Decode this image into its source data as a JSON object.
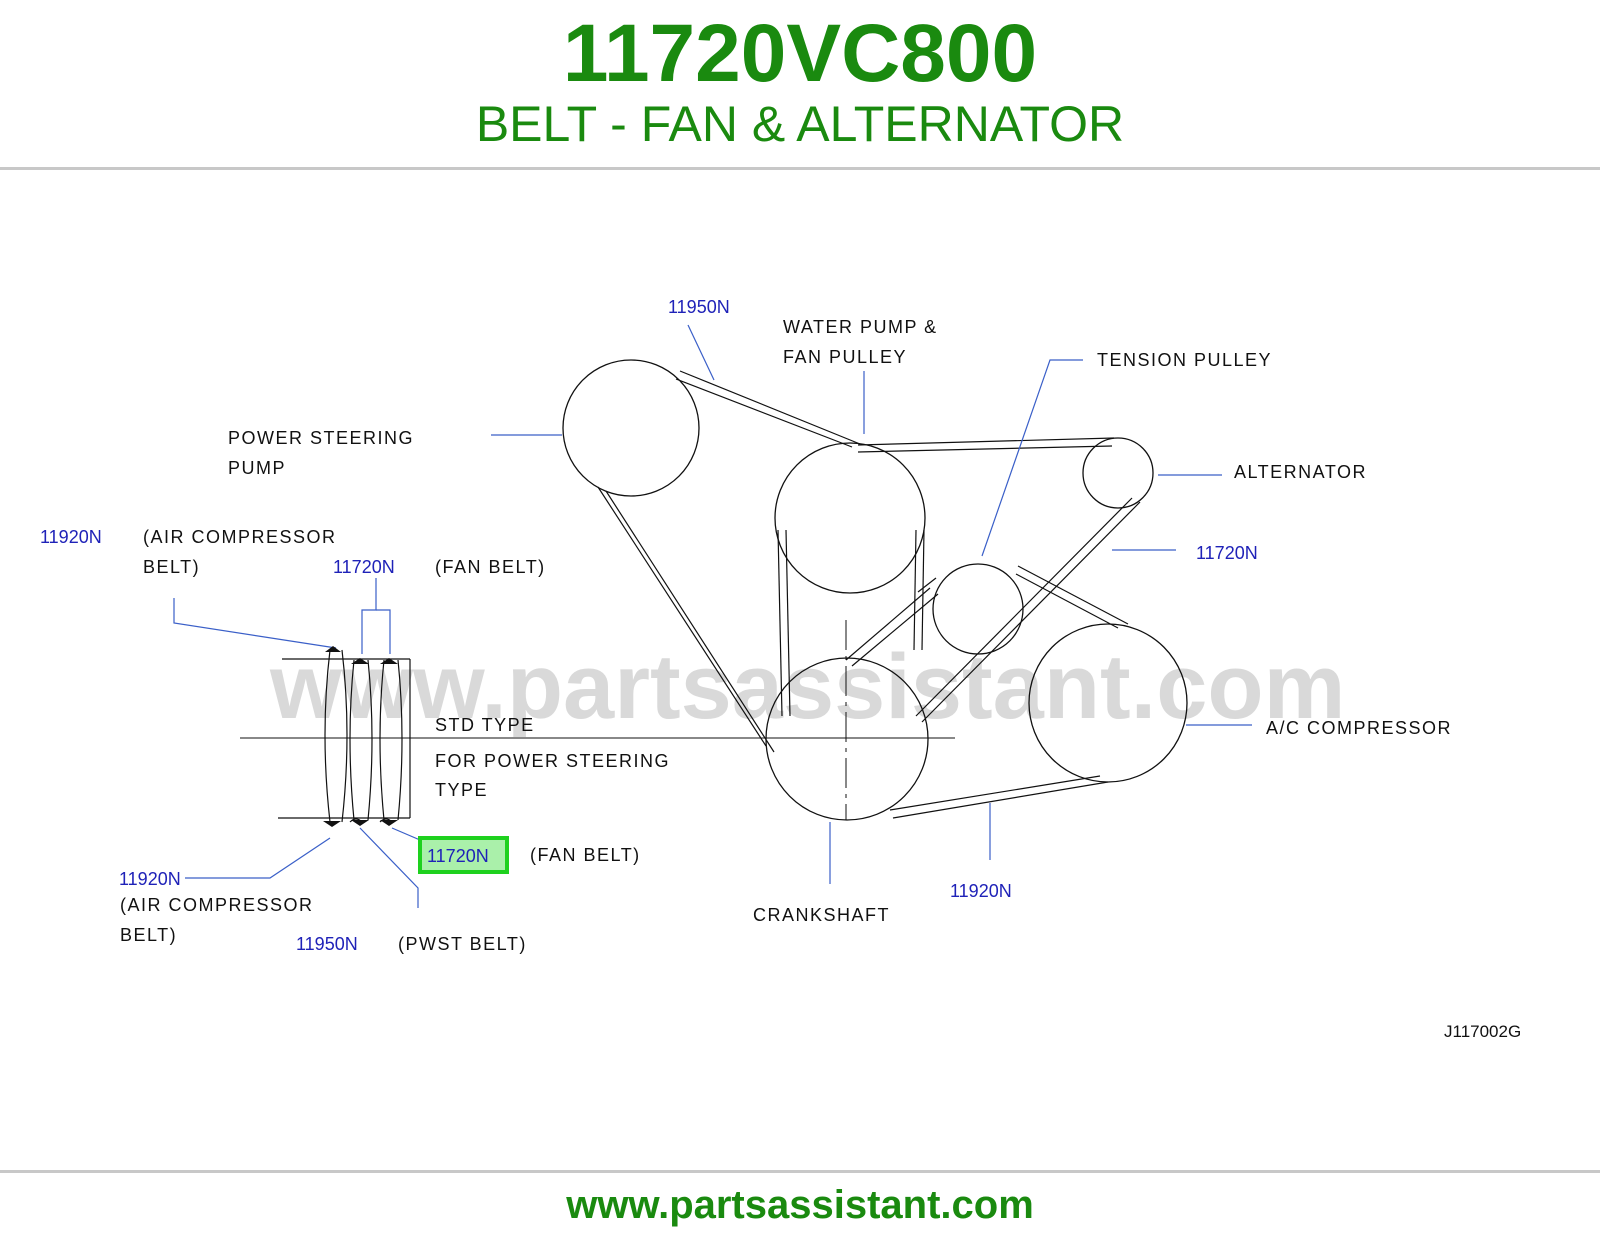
{
  "header": {
    "part_number": "11720VC800",
    "description": "BELT - FAN & ALTERNATOR"
  },
  "watermark": "www.partsassistant.com",
  "labels": {
    "power_steering_1": "POWER STEERING",
    "power_steering_2": "PUMP",
    "water_pump_1": "WATER PUMP &",
    "water_pump_2": "FAN PULLEY",
    "tension_pulley": "TENSION PULLEY",
    "alternator": "ALTERNATOR",
    "ac_compressor": "A/C COMPRESSOR",
    "crankshaft": "CRANKSHAFT",
    "std_type": "STD TYPE",
    "for_ps_1": "FOR POWER STEERING",
    "for_ps_2": "TYPE",
    "air_comp_top_1": "(AIR COMPRESSOR",
    "air_comp_top_2": "BELT)",
    "fan_belt_top": "(FAN BELT)",
    "fan_belt_bottom": "(FAN BELT)",
    "air_comp_bottom_1": "(AIR COMPRESSOR",
    "air_comp_bottom_2": "BELT)",
    "pwst_belt": "(PWST BELT)"
  },
  "part_refs": {
    "pn_11950_top": "11950N",
    "pn_11920_left": "11920N",
    "pn_11720_top": "11720N",
    "pn_11720_right": "11720N",
    "pn_11720_highlight": "11720N",
    "pn_11920_bottom_left": "11920N",
    "pn_11950_bottom": "11950N",
    "pn_11920_bottom_right": "11920N"
  },
  "diagram_ref": "J117002G",
  "footer": {
    "url": "www.partsassistant.com"
  },
  "colors": {
    "title_green": "#1a8a0f",
    "part_link_blue": "#1f22b8",
    "leader_blue": "#3a5fc8",
    "highlight_border": "#1ed11e",
    "highlight_fill": "#aaf0aa"
  }
}
